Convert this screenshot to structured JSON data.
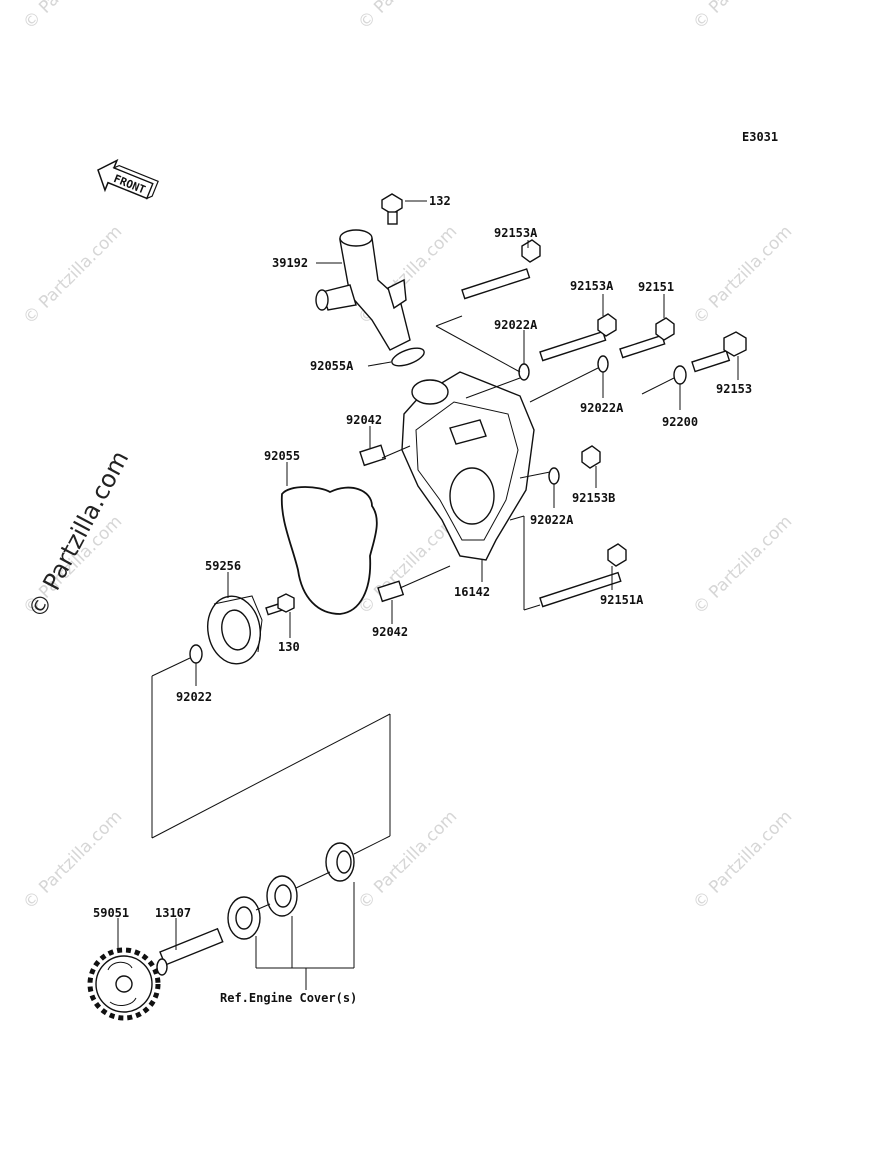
{
  "diagram_code": "E3031",
  "front_label": "FRONT",
  "ref_note": "Ref.Engine Cover(s)",
  "watermark": "© Partzilla.com",
  "side_watermark": "© Partzilla.com",
  "parts": {
    "p132": "132",
    "p39192": "39192",
    "p92153A_1": "92153A",
    "p92153A_2": "92153A",
    "p92151": "92151",
    "p92022A_1": "92022A",
    "p92055A": "92055A",
    "p92153": "92153",
    "p92022A_2": "92022A",
    "p92042_1": "92042",
    "p92200": "92200",
    "p92055": "92055",
    "p92153B": "92153B",
    "p92022A_3": "92022A",
    "p59256": "59256",
    "p16142": "16142",
    "p92151A": "92151A",
    "p92042_2": "92042",
    "p130": "130",
    "p92022": "92022",
    "p59051": "59051",
    "p13107": "13107"
  }
}
